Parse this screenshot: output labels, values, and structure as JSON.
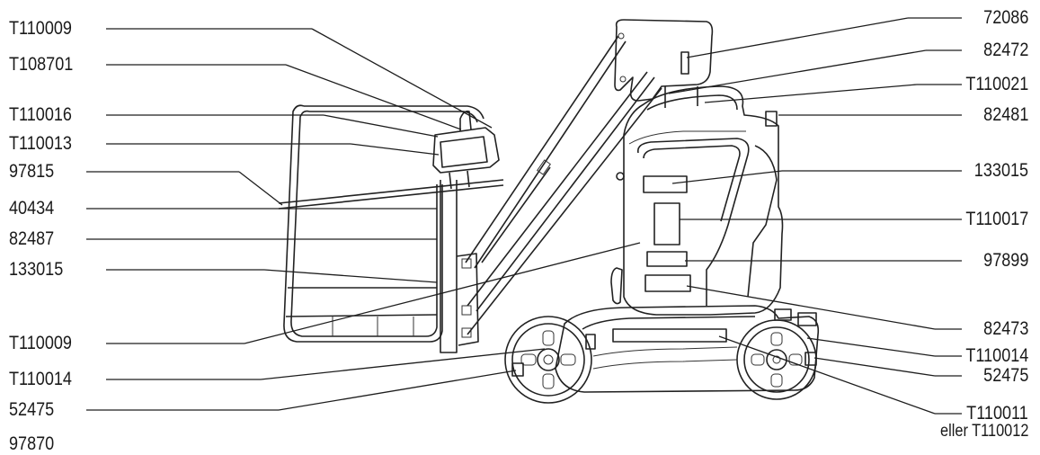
{
  "labels_left": [
    {
      "id": "l1",
      "text": "T110009"
    },
    {
      "id": "l2",
      "text": "T108701"
    },
    {
      "id": "l3",
      "text": "T110016"
    },
    {
      "id": "l4",
      "text": "T110013"
    },
    {
      "id": "l5",
      "text": "97815"
    },
    {
      "id": "l6",
      "text": "40434"
    },
    {
      "id": "l7",
      "text": "82487"
    },
    {
      "id": "l8",
      "text": "133015"
    },
    {
      "id": "l9",
      "text": "T110009"
    },
    {
      "id": "l10",
      "text": "T110014"
    },
    {
      "id": "l11",
      "text": "52475"
    },
    {
      "id": "l12",
      "text": "97870"
    }
  ],
  "labels_right": [
    {
      "id": "r1",
      "text": "72086"
    },
    {
      "id": "r2",
      "text": "82472"
    },
    {
      "id": "r3",
      "text": "T110021"
    },
    {
      "id": "r4",
      "text": "82481"
    },
    {
      "id": "r5",
      "text": "133015"
    },
    {
      "id": "r6",
      "text": "T110017"
    },
    {
      "id": "r7",
      "text": "97899"
    },
    {
      "id": "r8",
      "text": "82473"
    },
    {
      "id": "r9",
      "text": "T110014"
    },
    {
      "id": "r10",
      "text": "52475"
    },
    {
      "id": "r11",
      "text": "T110011"
    },
    {
      "id": "r12",
      "text": "eller T110012"
    }
  ]
}
